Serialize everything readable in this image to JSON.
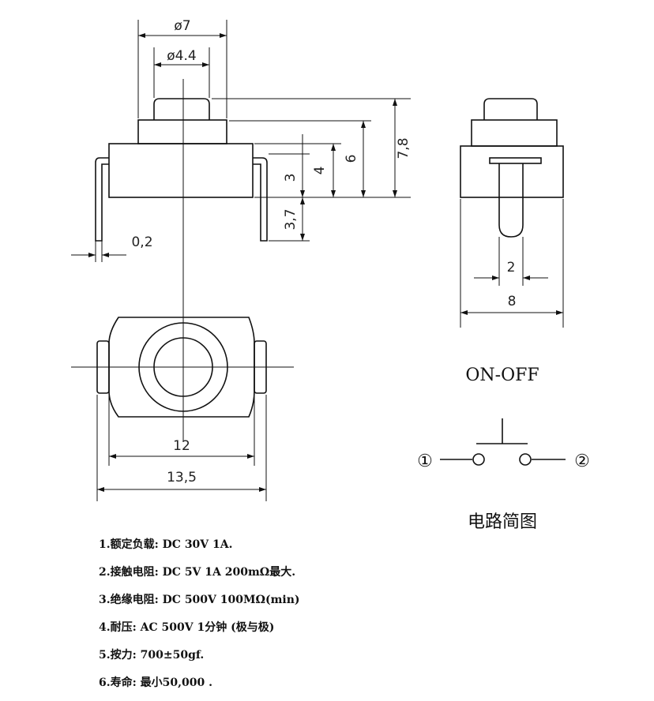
{
  "dimensions": {
    "dia_outer": "ø7",
    "dia_inner": "ø4.4",
    "height_total": "7,8",
    "height_6": "6",
    "height_4": "4",
    "height_3": "3",
    "pin_length": "3,7",
    "pin_thickness": "0,2",
    "width_12": "12",
    "width_13_5": "13,5",
    "pin_width": "2",
    "side_width": "8"
  },
  "circuit": {
    "mode_label": "ON-OFF",
    "terminal_1": "①",
    "terminal_2": "②",
    "title": "电路简图"
  },
  "notes": [
    "1.额定负载: DC 30V 1A.",
    "2.接触电阻: DC 5V 1A 200mΩ最大.",
    "3.绝缘电阻: DC  500V 100MΩ(min)",
    "4.耐压: AC 500V 1分钟 (极与极)",
    "5.按力: 700±50gf.",
    "6.寿命: 最小50,000 ."
  ]
}
